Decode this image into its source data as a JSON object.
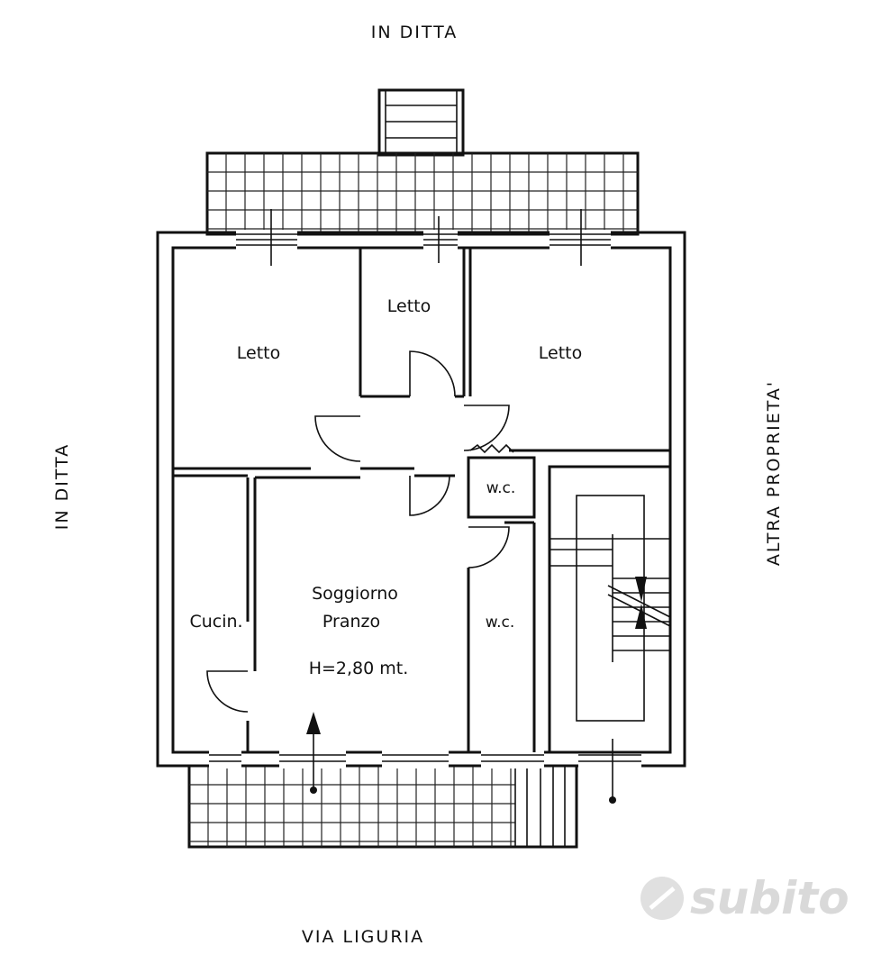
{
  "labels": {
    "top": "IN DITTA",
    "left": "IN DITTA",
    "right": "ALTRA PROPRIETA'",
    "bottom": "VIA LIGURIA"
  },
  "rooms": {
    "letto_left": "Letto",
    "letto_center": "Letto",
    "letto_right": "Letto",
    "cucina": "Cucin.",
    "soggiorno": "Soggiorno",
    "pranzo": "Pranzo",
    "height": "H=2,80 mt.",
    "wc_upper": "w.c.",
    "wc_lower": "w.c."
  },
  "watermark": "subito"
}
